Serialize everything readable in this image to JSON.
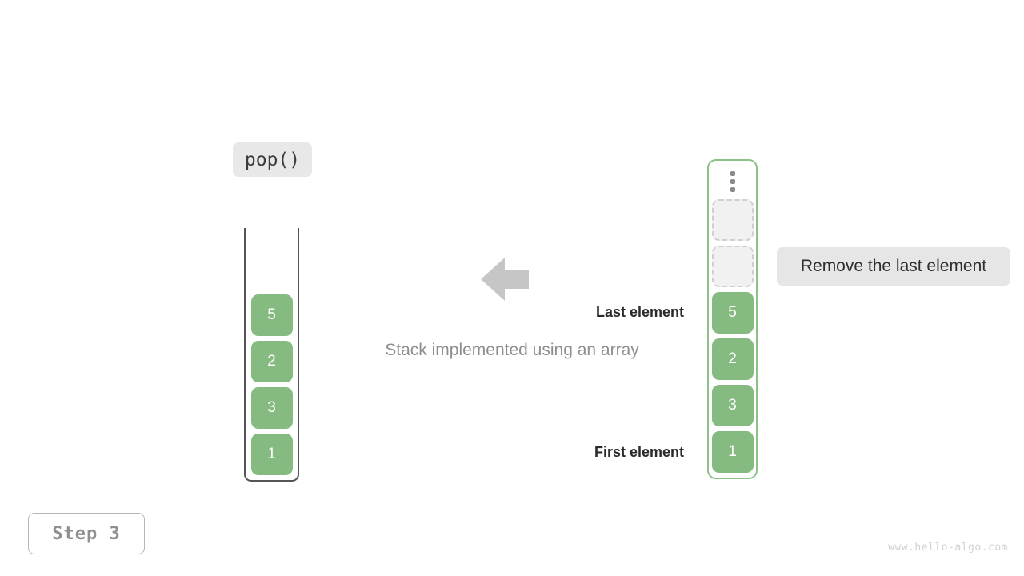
{
  "operation": {
    "label": "pop()"
  },
  "left_panel": {
    "name": "array-container",
    "cells": [
      {
        "value": "5",
        "state": "filled"
      },
      {
        "value": "2",
        "state": "filled"
      },
      {
        "value": "3",
        "state": "filled"
      },
      {
        "value": "1",
        "state": "filled"
      }
    ]
  },
  "center": {
    "arrow_icon": "arrow-left-icon",
    "caption": "Stack implemented using an array"
  },
  "annotations": {
    "last_element": "Last element",
    "first_element": "First element"
  },
  "right_panel": {
    "name": "stack-container",
    "ellipsis_icon": "vertical-ellipsis-icon",
    "cells": [
      {
        "value": "",
        "state": "empty"
      },
      {
        "value": "",
        "state": "empty"
      },
      {
        "value": "5",
        "state": "filled"
      },
      {
        "value": "2",
        "state": "filled"
      },
      {
        "value": "3",
        "state": "filled"
      },
      {
        "value": "1",
        "state": "filled"
      }
    ],
    "description": "Remove the last element"
  },
  "footer": {
    "step_label": "Step 3",
    "watermark": "www.hello-algo.com"
  },
  "colors": {
    "element_green": "#85ba81",
    "container_green": "#8cc188",
    "empty_slot_fill": "#f1f1f1",
    "empty_slot_border": "#cfcfcf",
    "chip_gray": "#e8e8e8",
    "arrow_gray": "#c6c6c6",
    "caption_gray": "#8e8e8e",
    "watermark_gray": "#d2d2d2"
  }
}
